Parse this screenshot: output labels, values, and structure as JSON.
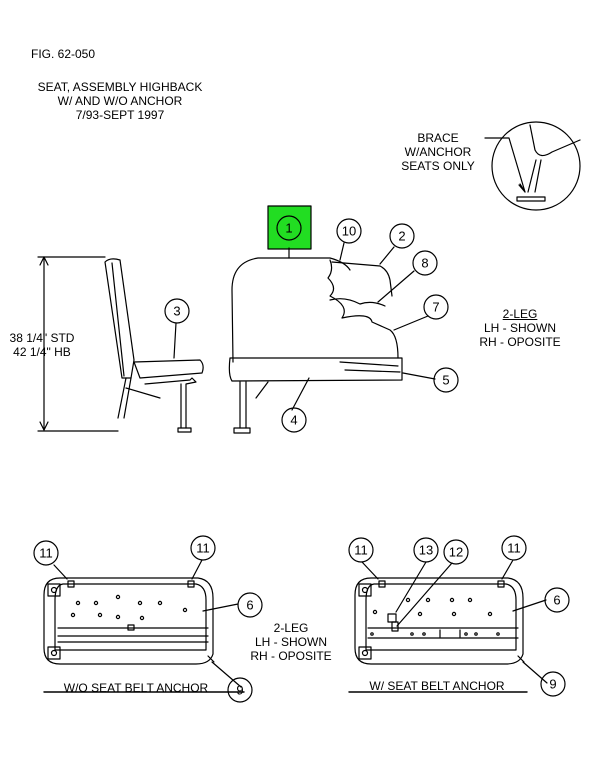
{
  "figure": {
    "number": "FIG.  62-050",
    "title_line1": "SEAT, ASSEMBLY HIGHBACK",
    "title_line2": "W/ AND W/O ANCHOR",
    "title_line3": "7/93-SEPT 1997"
  },
  "brace_note": {
    "line1": "BRACE",
    "line2": "W/ANCHOR",
    "line3": "SEATS ONLY"
  },
  "height_dim": {
    "line1": "38 1/4\" STD",
    "line2": "42 1/4\" HB"
  },
  "leg_note_top": {
    "line1": "2-LEG",
    "line2": "LH - SHOWN",
    "line3": "RH - OPOSITE"
  },
  "leg_note_bottom": {
    "line1": "2-LEG",
    "line2": "LH - SHOWN",
    "line3": "RH - OPOSITE"
  },
  "views": {
    "left_caption": "W/O SEAT BELT ANCHOR",
    "right_caption": "W/ SEAT BELT ANCHOR"
  },
  "callouts": {
    "c1": "1",
    "c2": "2",
    "c3": "3",
    "c4": "4",
    "c5": "5",
    "c6a": "6",
    "c6b": "6",
    "c7": "7",
    "c8": "8",
    "c9a": "9",
    "c9b": "9",
    "c10": "10",
    "c11a": "11",
    "c11b": "11",
    "c11c": "11",
    "c11d": "11",
    "c12": "12",
    "c13": "13"
  },
  "colors": {
    "highlight": "#22dd22",
    "line": "#000000"
  }
}
